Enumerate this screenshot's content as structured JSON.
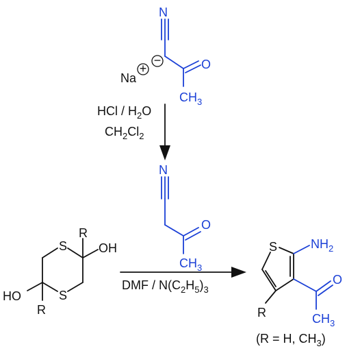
{
  "colors": {
    "black": "#111111",
    "blue": "#1a3fd6"
  },
  "salt": {
    "cation": "Na",
    "cation_charge": "+",
    "anion_charge": "−",
    "nitrile_n": "N",
    "carbonyl_o": "O",
    "methyl": "CH",
    "methyl_sub": "3"
  },
  "step1": {
    "line1_a": "HCl / H",
    "line1_sub": "2",
    "line1_b": "O",
    "line2_a": "CH",
    "line2_sub1": "2",
    "line2_b": "Cl",
    "line2_sub2": "2"
  },
  "ketonitrile": {
    "nitrile_n": "N",
    "carbonyl_o": "O",
    "methyl": "CH",
    "methyl_sub": "3"
  },
  "dithiane": {
    "s_top": "S",
    "s_bottom": "S",
    "r_top": "R",
    "oh_top": "OH",
    "r_bottom": "R",
    "oh_bottom": "HO"
  },
  "step2": {
    "a": "DMF / N(C",
    "sub1": "2",
    "b": "H",
    "sub2": "5",
    "c": ")",
    "sub3": "3"
  },
  "product": {
    "s": "S",
    "amine": "NH",
    "amine_sub": "2",
    "carbonyl_o": "O",
    "methyl": "CH",
    "methyl_sub": "3",
    "r": "R",
    "note": "(R = H, CH",
    "note_sub": "3",
    "note_end": ")"
  }
}
